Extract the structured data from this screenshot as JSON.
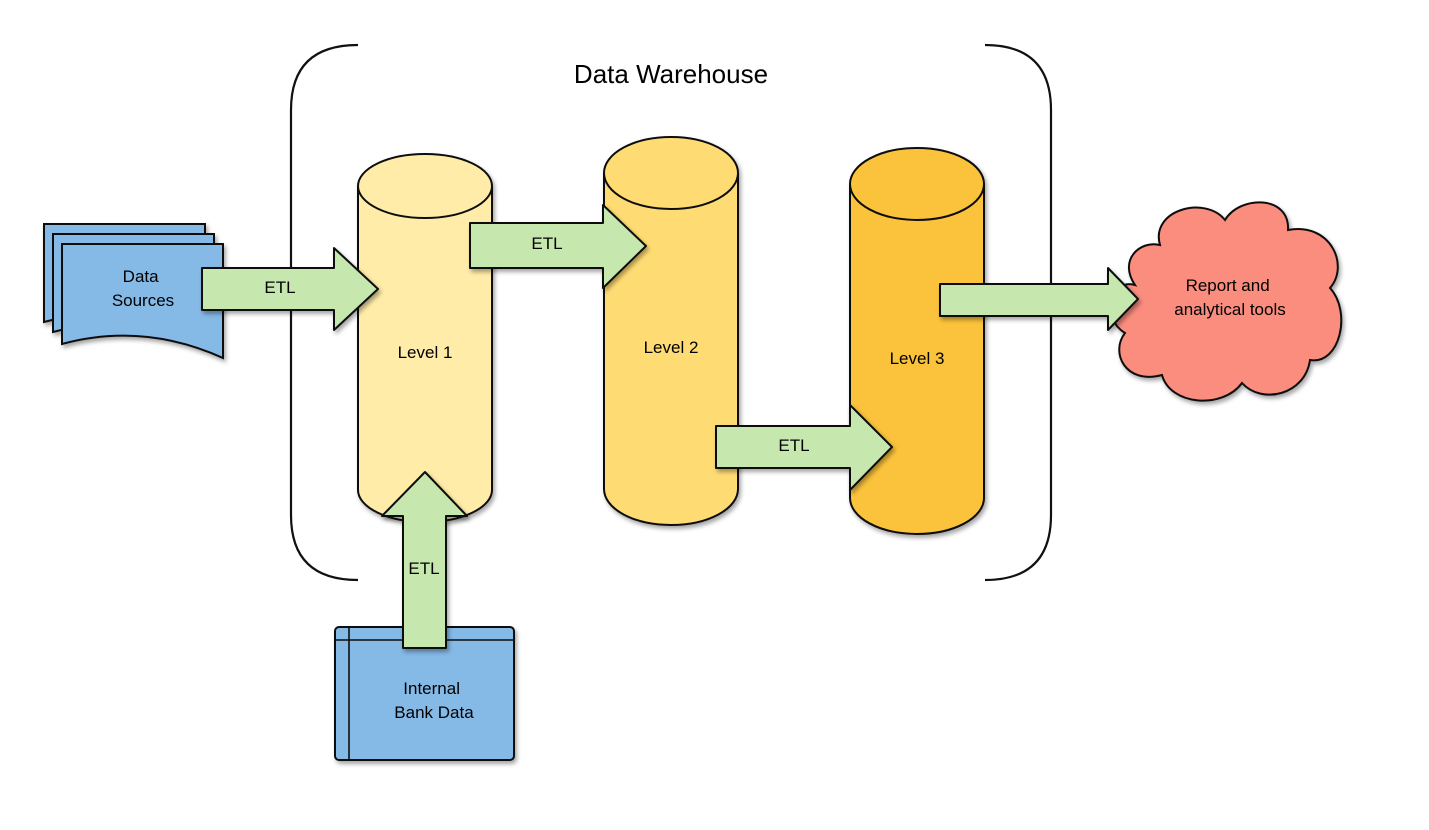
{
  "title": "Data Warehouse",
  "sources": {
    "external": [
      "Data",
      "Sources"
    ],
    "internal": [
      "Internal",
      "Bank Data"
    ]
  },
  "levels": [
    "Level 1",
    "Level 2",
    "Level 3"
  ],
  "etl_label": "ETL",
  "output": [
    "Report and",
    "analytical tools"
  ],
  "colors": {
    "level1": "#FFECA8",
    "level2": "#FFDC73",
    "level3": "#FBC33A",
    "arrow": "#C6E7AE",
    "source": "#85B9E6",
    "cloud": "#FA8D7D"
  }
}
